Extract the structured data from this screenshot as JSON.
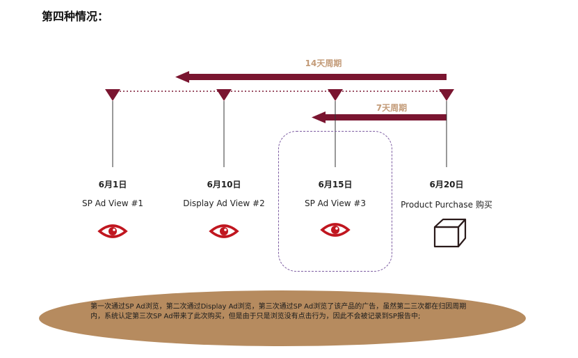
{
  "heading": "第四种情况：",
  "periods": [
    {
      "label": "14天周期"
    },
    {
      "label": "7天周期"
    }
  ],
  "touchpoints": [
    {
      "date": "6月1日",
      "event": "SP Ad  View #1",
      "icon": "eye-icon"
    },
    {
      "date": "6月10日",
      "event": "Display Ad  View #2",
      "icon": "eye-icon"
    },
    {
      "date": "6月15日",
      "event": "SP Ad  View #3",
      "icon": "eye-icon"
    },
    {
      "date": "6月20日",
      "event": "Product Purchase 购买",
      "icon": "box-icon"
    }
  ],
  "summary": "第一次通过SP Ad浏览，第二次通过Display Ad浏览，第三次通过SP Ad浏览了该产品的广告，虽然第二三次都在归因周期内，系统认定第三次SP Ad带来了此次购买，但是由于只是浏览没有点击行为，因此不会被记录到SP报告中;",
  "colors": {
    "accent": "#7a1530",
    "period_text": "#c39b78",
    "ellipse": "#b68b5f",
    "icon": "#c0161f",
    "dashed_box": "#7b5aa0"
  }
}
